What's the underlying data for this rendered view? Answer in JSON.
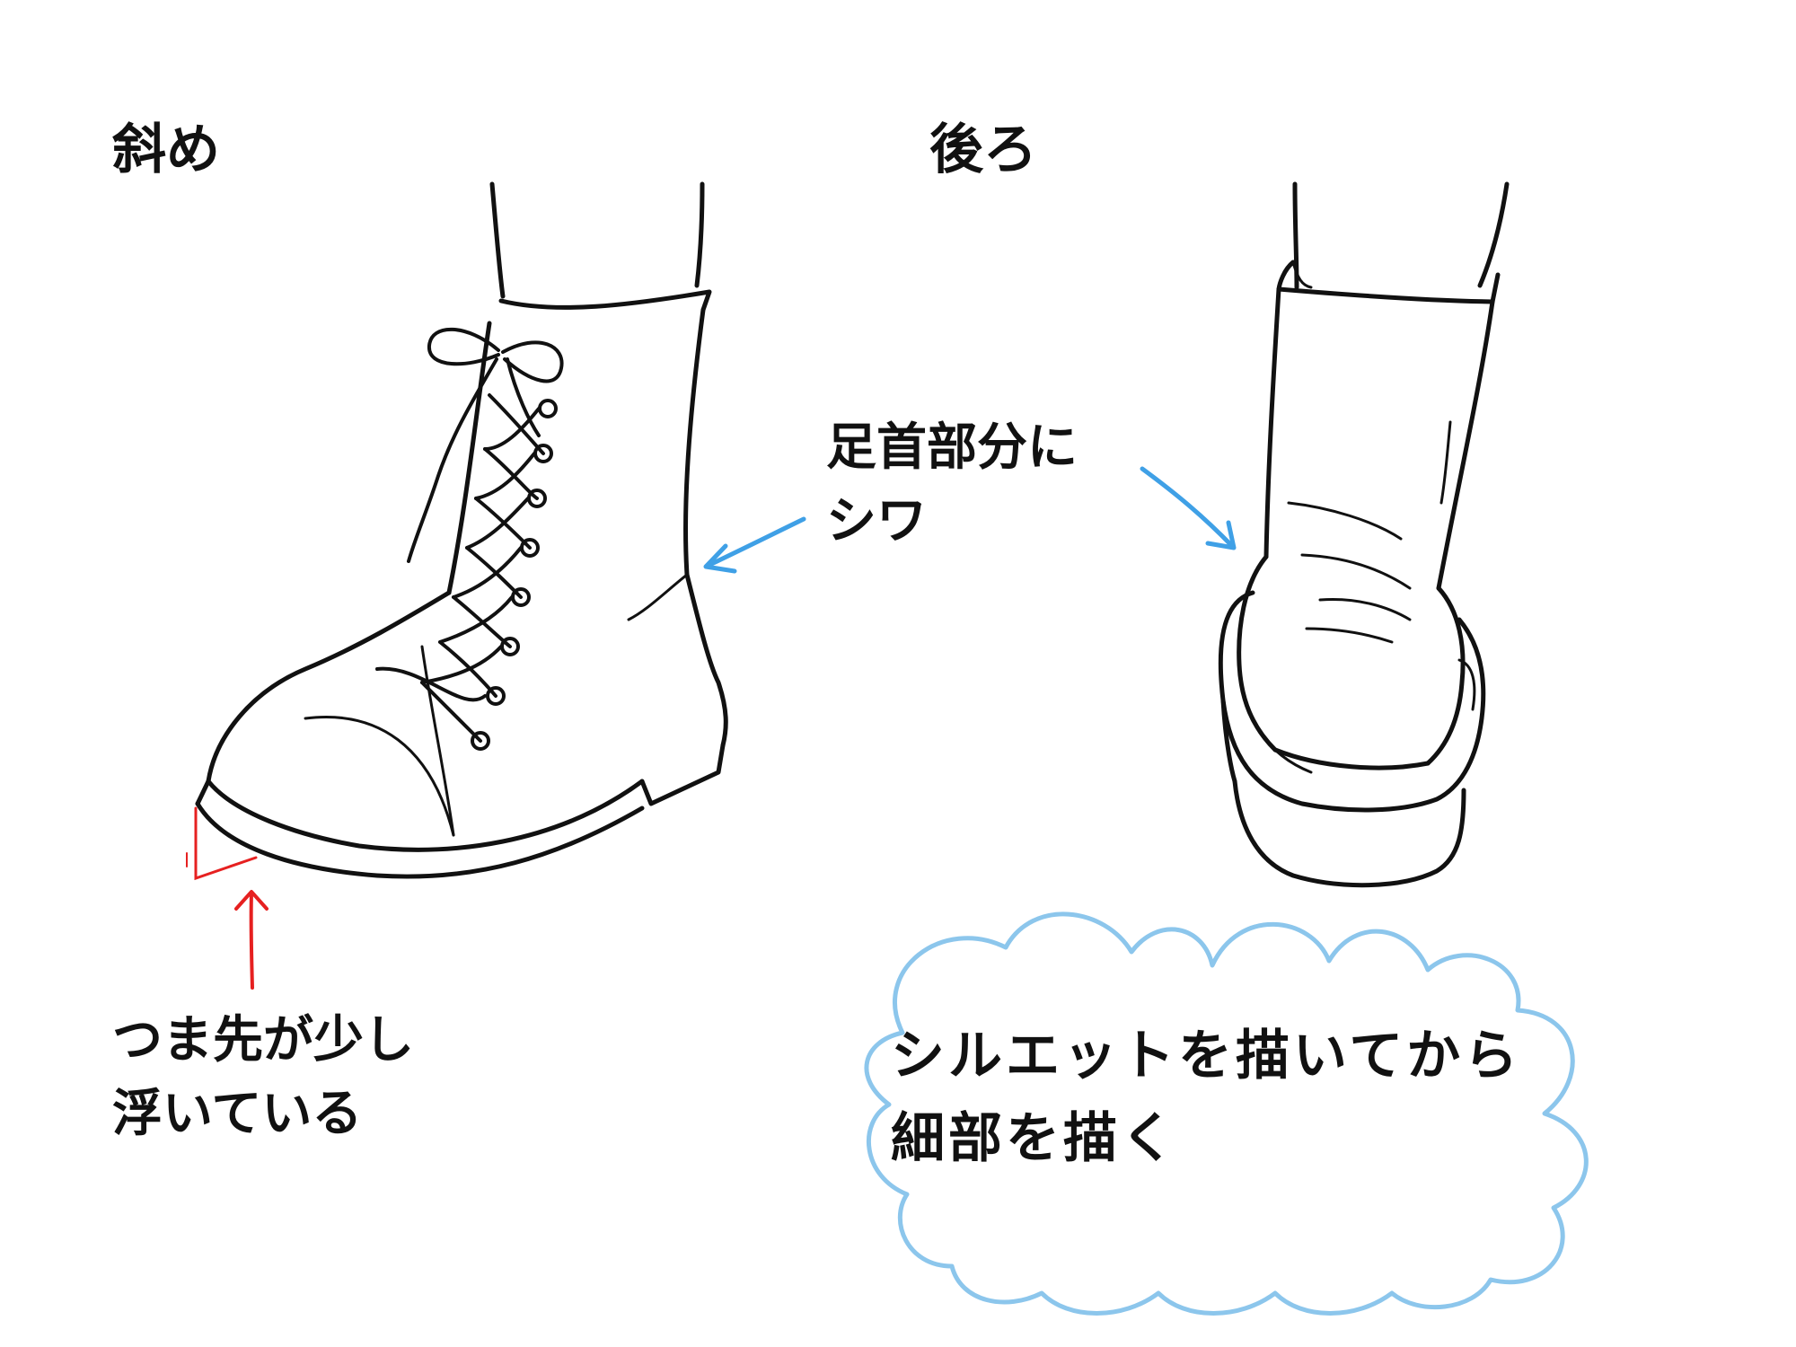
{
  "titles": {
    "oblique": "斜め",
    "back": "後ろ"
  },
  "annotations": {
    "ankle_wrinkle_line1": "足首部分に",
    "ankle_wrinkle_line2": "シワ",
    "toe_lift_line1": "つま先が少し",
    "toe_lift_line2": "浮いている"
  },
  "tip_bubble": {
    "line1": "シルエットを描いてから",
    "line2": "細部を描く"
  },
  "colors": {
    "ink": "#111111",
    "blue_arrow": "#3fa0e6",
    "red_mark": "#e62020",
    "cloud": "#8cc6ec",
    "background": "#ffffff"
  },
  "icons": {
    "boot_oblique": "lace-up-boot-oblique-view",
    "boot_back": "boot-back-view",
    "arrow_blue": "arrow-icon",
    "arrow_red": "arrow-up-icon",
    "cloud": "cloud-bubble"
  }
}
